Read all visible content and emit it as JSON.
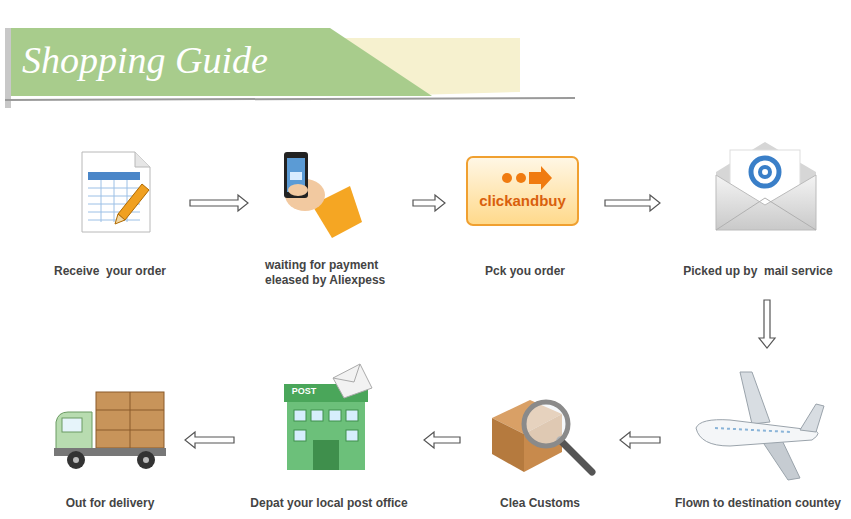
{
  "diagram": {
    "title": "Shopping Guide",
    "nodes": [
      {
        "text": [
          "Receive  your order"
        ]
      },
      {
        "text": [
          "waiting for payment eleased by Aliexpess"
        ]
      },
      {
        "text": [
          "Pck you order"
        ]
      },
      {
        "text": [
          "Picked up by  mail service"
        ]
      },
      {
        "text": [
          "Flown to destination countey"
        ]
      },
      {
        "text": [
          "Clea Customs"
        ]
      },
      {
        "text": [
          "Depat your local post office"
        ]
      },
      {
        "text": [
          "Out for delivery"
        ]
      }
    ],
    "edges": [
      {
        "from": 0,
        "to": 1,
        "arrow": "to"
      },
      {
        "from": 1,
        "to": 2,
        "arrow": "to"
      },
      {
        "from": 2,
        "to": 3,
        "arrow": "to"
      },
      {
        "from": 3,
        "to": 4,
        "arrow": "to"
      },
      {
        "from": 4,
        "to": 5,
        "arrow": "to"
      },
      {
        "from": 5,
        "to": 6,
        "arrow": "to"
      },
      {
        "from": 6,
        "to": 7,
        "arrow": "to"
      }
    ],
    "labels": [
      "clickandbuy",
      "POST"
    ]
  }
}
